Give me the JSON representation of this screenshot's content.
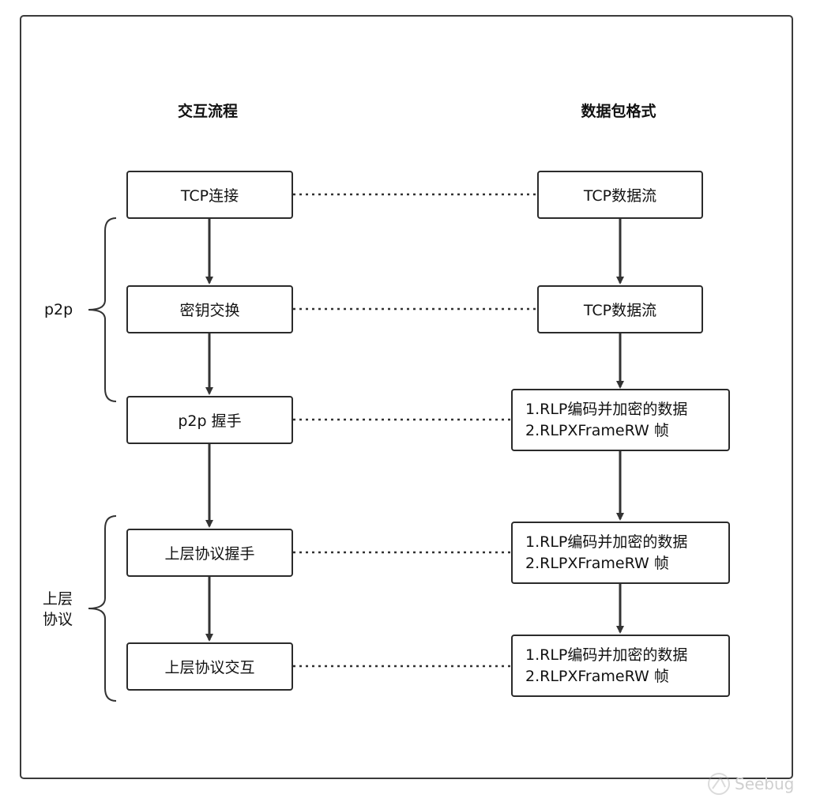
{
  "headers": {
    "left": "交互流程",
    "right": "数据包格式"
  },
  "left_steps": [
    {
      "label": "TCP连接"
    },
    {
      "label": "密钥交换"
    },
    {
      "label": "p2p 握手"
    },
    {
      "label": "上层协议握手"
    },
    {
      "label": "上层协议交互"
    }
  ],
  "right_steps": [
    {
      "line1": "TCP数据流"
    },
    {
      "line1": "TCP数据流"
    },
    {
      "line1": "1.RLP编码并加密的数据",
      "line2": "2.RLPXFrameRW 帧"
    },
    {
      "line1": "1.RLP编码并加密的数据",
      "line2": "2.RLPXFrameRW 帧"
    },
    {
      "line1": "1.RLP编码并加密的数据",
      "line2": "2.RLPXFrameRW 帧"
    }
  ],
  "groups": {
    "p2p": "p2p",
    "upper_line1": "上层",
    "upper_line2": "协议"
  },
  "watermark": {
    "text": "Seebug"
  }
}
